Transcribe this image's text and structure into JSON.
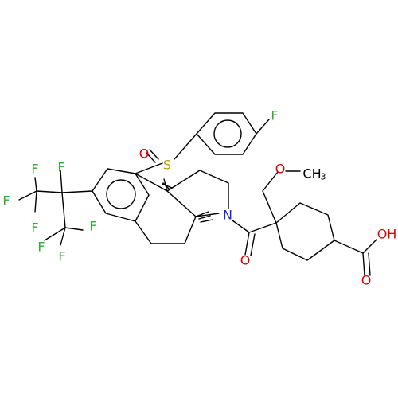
{
  "molecule": {
    "labels": {
      "f_aryl": "F",
      "s": "S",
      "o_sulfonyl": "O",
      "n": "N",
      "o_amide": "O",
      "o_methoxy": "O",
      "ch3": "CH",
      "ch3_sub": "3",
      "oh": "OH",
      "o_acid": "O",
      "f1": "F",
      "f2": "F",
      "f3": "F",
      "f4": "F",
      "f5": "F",
      "f6": "F",
      "f7": "F"
    },
    "colors": {
      "bond": "#000000",
      "carbon_label": "#000000",
      "fluorine": "#33aa33",
      "oxygen": "#dd0000",
      "nitrogen": "#2222cc",
      "sulfur": "#b8a000"
    }
  }
}
